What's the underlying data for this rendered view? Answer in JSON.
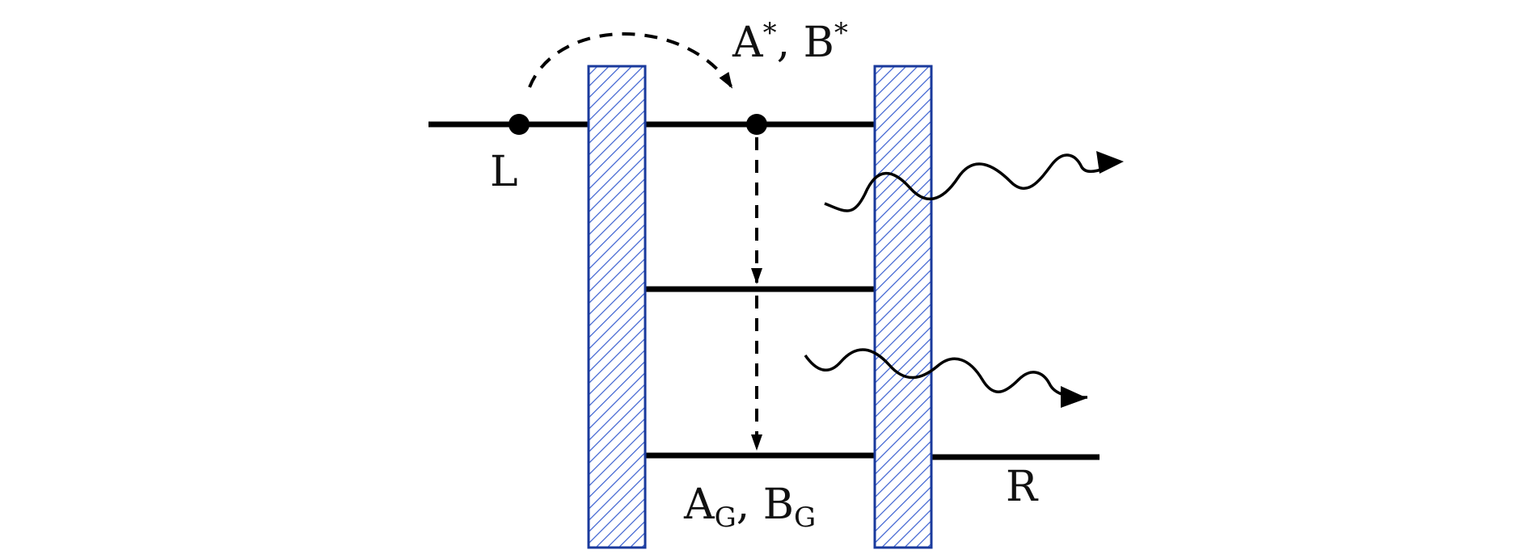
{
  "labels": {
    "left_lead": "L",
    "right_lead": "R",
    "excited_state": {
      "a": "A",
      "a_sup": "*",
      "sep": ", ",
      "b": "B",
      "b_sup": "*"
    },
    "ground_state": {
      "a": "A",
      "a_sub": "G",
      "sep": ", ",
      "b": "B",
      "b_sub": "G"
    }
  },
  "colors": {
    "line": "#000000",
    "barrier_edge": "#1a3a9c",
    "barrier_hatch": "#3a5fd0",
    "background": "#ffffff"
  }
}
